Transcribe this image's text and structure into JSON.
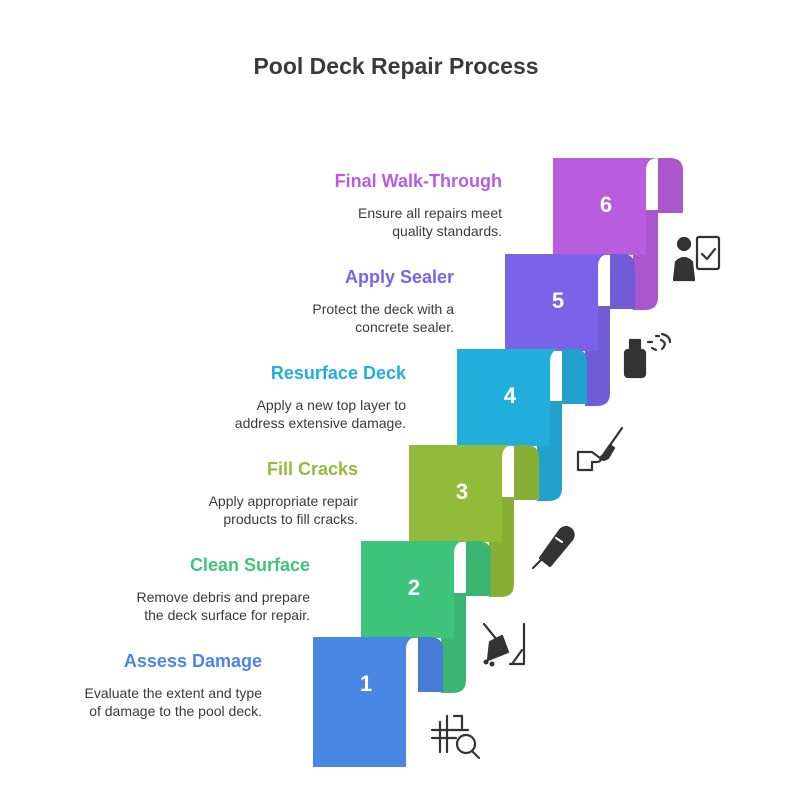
{
  "title": "Pool Deck Repair Process",
  "steps": [
    {
      "number": "1",
      "title": "Assess Damage",
      "desc1": "Evaluate the extent and type",
      "desc2": "of damage to the pool deck.",
      "color": "#4A86E4",
      "icon": "blueprint-search-icon"
    },
    {
      "number": "2",
      "title": "Clean Surface",
      "desc1": "Remove debris and prepare",
      "desc2": "the deck surface for repair.",
      "color": "#3EC47B",
      "icon": "broom-icon"
    },
    {
      "number": "3",
      "title": "Fill Cracks",
      "desc1": "Apply appropriate repair",
      "desc2": "products to fill cracks.",
      "color": "#92BB3A",
      "icon": "caulk-tube-icon"
    },
    {
      "number": "4",
      "title": "Resurface Deck",
      "desc1": "Apply a new top layer to",
      "desc2": "address extensive damage.",
      "color": "#22AEDB",
      "icon": "paint-brush-hand-icon"
    },
    {
      "number": "5",
      "title": "Apply Sealer",
      "desc1": "Protect the deck with a",
      "desc2": "concrete sealer.",
      "color": "#7A63E8",
      "icon": "spray-can-icon"
    },
    {
      "number": "6",
      "title": "Final Walk-Through",
      "desc1": "Ensure all repairs meet",
      "desc2": "quality standards.",
      "color": "#B95CDE",
      "icon": "inspector-check-icon"
    }
  ]
}
